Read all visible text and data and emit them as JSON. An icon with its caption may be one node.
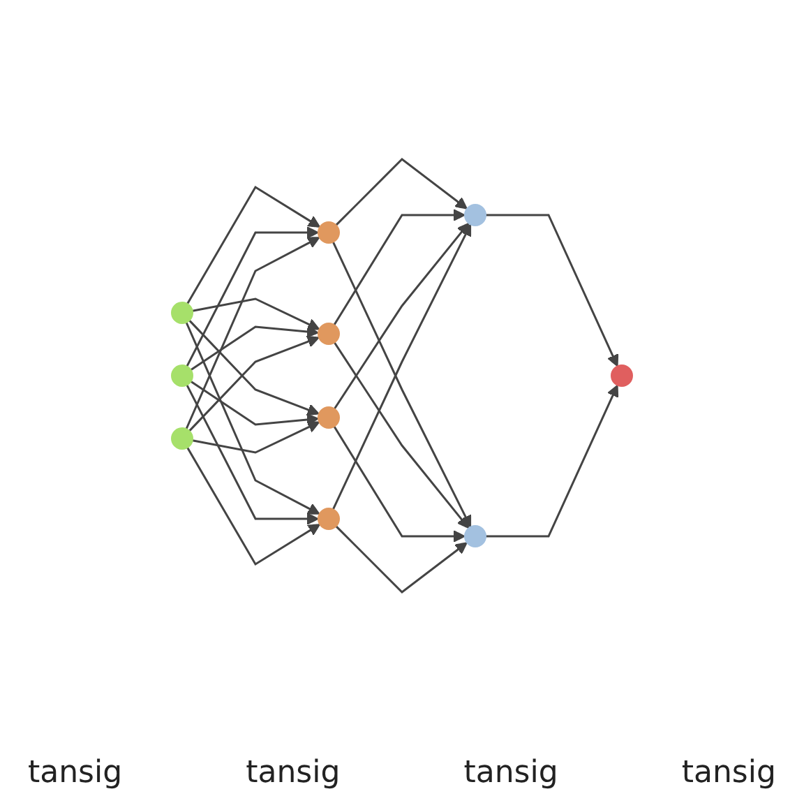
{
  "diagram": {
    "nodes": [
      {
        "text": [],
        "shape": "circle"
      },
      {
        "text": [],
        "shape": "circle"
      },
      {
        "text": [],
        "shape": "circle"
      },
      {
        "text": [],
        "shape": "circle"
      },
      {
        "text": [],
        "shape": "circle"
      },
      {
        "text": [],
        "shape": "circle"
      },
      {
        "text": [],
        "shape": "circle"
      },
      {
        "text": [],
        "shape": "circle"
      },
      {
        "text": [],
        "shape": "circle"
      },
      {
        "text": [],
        "shape": "circle"
      }
    ],
    "edges": [
      {
        "from": 0,
        "to": 3,
        "arrow": "to"
      },
      {
        "from": 0,
        "to": 4,
        "arrow": "to"
      },
      {
        "from": 0,
        "to": 5,
        "arrow": "to"
      },
      {
        "from": 0,
        "to": 6,
        "arrow": "to"
      },
      {
        "from": 1,
        "to": 3,
        "arrow": "to"
      },
      {
        "from": 1,
        "to": 4,
        "arrow": "to"
      },
      {
        "from": 1,
        "to": 5,
        "arrow": "to"
      },
      {
        "from": 1,
        "to": 6,
        "arrow": "to"
      },
      {
        "from": 2,
        "to": 3,
        "arrow": "to"
      },
      {
        "from": 2,
        "to": 4,
        "arrow": "to"
      },
      {
        "from": 2,
        "to": 5,
        "arrow": "to"
      },
      {
        "from": 2,
        "to": 6,
        "arrow": "to"
      },
      {
        "from": 3,
        "to": 7,
        "arrow": "to"
      },
      {
        "from": 3,
        "to": 8,
        "arrow": "to"
      },
      {
        "from": 4,
        "to": 7,
        "arrow": "to"
      },
      {
        "from": 4,
        "to": 8,
        "arrow": "to"
      },
      {
        "from": 5,
        "to": 7,
        "arrow": "to"
      },
      {
        "from": 5,
        "to": 8,
        "arrow": "to"
      },
      {
        "from": 6,
        "to": 7,
        "arrow": "to"
      },
      {
        "from": 6,
        "to": 8,
        "arrow": "to"
      },
      {
        "from": 7,
        "to": 9,
        "arrow": "to"
      },
      {
        "from": 8,
        "to": 9,
        "arrow": "to"
      }
    ],
    "labels": [
      "tansig",
      "tansig",
      "tansig",
      "tansig"
    ]
  }
}
